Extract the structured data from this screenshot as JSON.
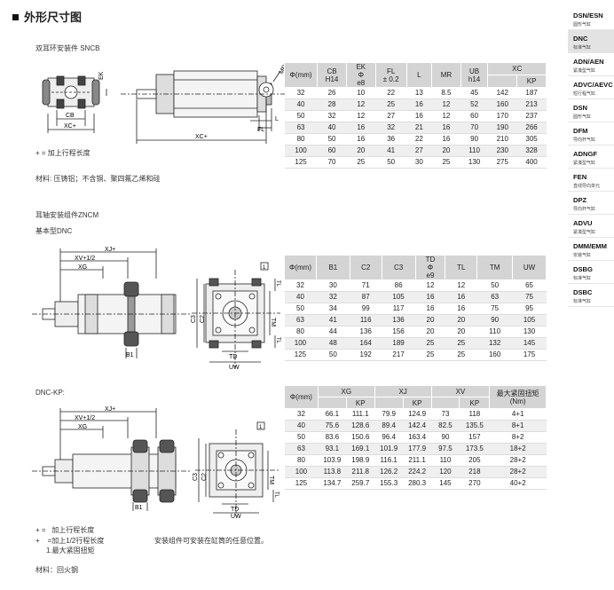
{
  "page_title": "外形尺寸图",
  "sidebar": [
    {
      "code": "DSN/ESN",
      "sub": "圆形气缸"
    },
    {
      "code": "DNC",
      "sub": "标准气缸"
    },
    {
      "code": "ADN/AEN",
      "sub": "紧凑型气缸"
    },
    {
      "code": "ADVC/AEVC",
      "sub": "短行程气缸"
    },
    {
      "code": "DSN",
      "sub": "圆形气缸"
    },
    {
      "code": "DFM",
      "sub": "导向杆气缸"
    },
    {
      "code": "ADNGF",
      "sub": "紧凑型气缸"
    },
    {
      "code": "FEN",
      "sub": "直线导向单元"
    },
    {
      "code": "DPZ",
      "sub": "导向杆气缸"
    },
    {
      "code": "ADVU",
      "sub": "紧凑型气缸"
    },
    {
      "code": "DMM/EMM",
      "sub": "安装气缸"
    },
    {
      "code": "DSBG",
      "sub": "标准气缸"
    },
    {
      "code": "DSBC",
      "sub": "标准气缸"
    }
  ],
  "section1": {
    "caption": "双耳环安装件 SNCB",
    "note": "+ = 加上行程长度",
    "material": "材料: 压铸铝；不含铜、聚四氟乙烯和硅",
    "dims": {
      "ek": "EK",
      "cb": "CB",
      "xc1": "XC+",
      "xc2": "XC+",
      "mr": "MR",
      "l": "L",
      "fl": "FL"
    },
    "headers": {
      "phi": "Φ(mm)",
      "cb": "CB",
      "cb_sub": "H14",
      "ek": "EK",
      "ek_sub1": "Φ",
      "ek_sub2": "e8",
      "fl": "FL",
      "fl_sub": "± 0.2",
      "l": "L",
      "mr": "MR",
      "ub": "UB",
      "ub_sub": "h14",
      "xc": "XC",
      "kp": "KP"
    },
    "rows": [
      [
        "32",
        "26",
        "10",
        "22",
        "13",
        "8.5",
        "45",
        "142",
        "187"
      ],
      [
        "40",
        "28",
        "12",
        "25",
        "16",
        "12",
        "52",
        "160",
        "213"
      ],
      [
        "50",
        "32",
        "12",
        "27",
        "16",
        "12",
        "60",
        "170",
        "237"
      ],
      [
        "63",
        "40",
        "16",
        "32",
        "21",
        "16",
        "70",
        "190",
        "266"
      ],
      [
        "80",
        "50",
        "16",
        "36",
        "22",
        "16",
        "90",
        "210",
        "305"
      ],
      [
        "100",
        "60",
        "20",
        "41",
        "27",
        "20",
        "110",
        "230",
        "328"
      ],
      [
        "125",
        "70",
        "25",
        "50",
        "30",
        "25",
        "130",
        "275",
        "400"
      ]
    ]
  },
  "section2": {
    "caption1": "耳轴安装组件ZNCM",
    "caption2": "基本型DNC",
    "box_label": "1",
    "dims": {
      "xj": "XJ+",
      "xv": "XV+1/2",
      "xg": "XG",
      "b1": "B1",
      "c3": "C3",
      "c2": "C2",
      "tm": "TM",
      "tl": "TL",
      "td": "TD",
      "uw": "UW"
    },
    "headers": {
      "phi": "Φ(mm)",
      "b1": "B1",
      "c2": "C2",
      "c3": "C3",
      "td": "TD",
      "td_sub1": "Φ",
      "td_sub2": "e9",
      "tl": "TL",
      "tm": "TM",
      "uw": "UW"
    },
    "rows": [
      [
        "32",
        "30",
        "71",
        "86",
        "12",
        "12",
        "50",
        "65"
      ],
      [
        "40",
        "32",
        "87",
        "105",
        "16",
        "16",
        "63",
        "75"
      ],
      [
        "50",
        "34",
        "99",
        "117",
        "16",
        "16",
        "75",
        "95"
      ],
      [
        "63",
        "41",
        "116",
        "136",
        "20",
        "20",
        "90",
        "105"
      ],
      [
        "80",
        "44",
        "136",
        "156",
        "20",
        "20",
        "110",
        "130"
      ],
      [
        "100",
        "48",
        "164",
        "189",
        "25",
        "25",
        "132",
        "145"
      ],
      [
        "125",
        "50",
        "192",
        "217",
        "25",
        "25",
        "160",
        "175"
      ]
    ]
  },
  "section3": {
    "caption": "DNC-KP:",
    "box_label": "1",
    "note1_sym": "+ =",
    "note1": "加上行程长度",
    "note2_sym": "+",
    "note2": "=加上1/2行程长度",
    "note3": "1.最大紧固扭矩",
    "note4": "安装组件可安装在缸筒的任意位置。",
    "material": "材料：回火钢",
    "dims": {
      "xj": "XJ+",
      "xv": "XV+1/2",
      "xg": "XG",
      "b1": "B1",
      "c3": "C3",
      "c2": "C2",
      "tm": "TM",
      "tl": "TL",
      "td": "TD",
      "uw": "UW"
    },
    "headers": {
      "phi": "Φ(mm)",
      "xg": "XG",
      "xj": "XJ",
      "xv": "XV",
      "torque": "最大紧固扭矩",
      "torque_unit": "(Nm)",
      "kp": "KP"
    },
    "rows": [
      [
        "32",
        "66.1",
        "111.1",
        "79.9",
        "124.9",
        "73",
        "118",
        "4+1"
      ],
      [
        "40",
        "75.6",
        "128.6",
        "89.4",
        "142.4",
        "82.5",
        "135.5",
        "8+1"
      ],
      [
        "50",
        "83.6",
        "150.6",
        "96.4",
        "163.4",
        "90",
        "157",
        "8+2"
      ],
      [
        "63",
        "93.1",
        "169.1",
        "101.9",
        "177.9",
        "97.5",
        "173.5",
        "18+2"
      ],
      [
        "80",
        "103.9",
        "198.9",
        "116.1",
        "211.1",
        "110",
        "205",
        "28+2"
      ],
      [
        "100",
        "113.8",
        "211.8",
        "126.2",
        "224.2",
        "120",
        "218",
        "28+2"
      ],
      [
        "125",
        "134.7",
        "259.7",
        "155.3",
        "280.3",
        "145",
        "270",
        "40+2"
      ]
    ]
  }
}
